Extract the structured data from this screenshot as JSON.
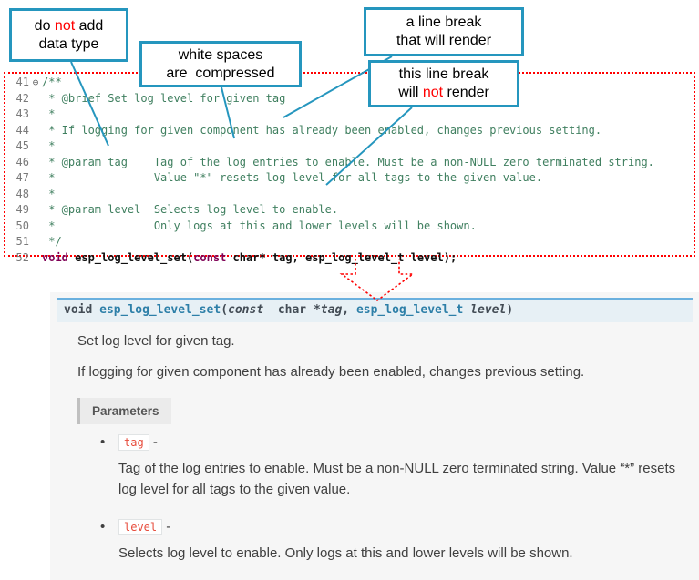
{
  "colors": {
    "callout_border": "#2596be",
    "highlight_red": "#ff0000",
    "code_comment": "#3F7F5F",
    "code_keyword": "#7F0055",
    "code_border_dotted": "#ff0000",
    "sig_top_border": "#6ab0de",
    "sig_background": "#e7f0f5",
    "doc_link_teal": "#2d7fa8"
  },
  "callouts": [
    {
      "name": "do-not-add-data-type",
      "lines": [
        [
          {
            "t": "do "
          },
          {
            "t": "not",
            "red": true
          },
          {
            "t": " add"
          }
        ],
        [
          {
            "t": "data type"
          }
        ]
      ]
    },
    {
      "name": "white-spaces-compressed",
      "lines": [
        [
          {
            "t": "white spaces"
          }
        ],
        [
          {
            "t": "are  compressed"
          }
        ]
      ]
    },
    {
      "name": "line-break-that-renders",
      "lines": [
        [
          {
            "t": "a line break"
          }
        ],
        [
          {
            "t": "that will render"
          }
        ]
      ]
    },
    {
      "name": "line-break-not-render",
      "lines": [
        [
          {
            "t": "this line break"
          }
        ],
        [
          {
            "t": "will "
          },
          {
            "t": "not",
            "red": true
          },
          {
            "t": " render"
          }
        ]
      ]
    }
  ],
  "code": {
    "fold_marker": "⊖",
    "lines": [
      {
        "num": "41",
        "fold": "⊖",
        "segs": [
          {
            "t": "/**",
            "c": "cmt"
          }
        ]
      },
      {
        "num": "42",
        "segs": [
          {
            "t": " * @brief Set log level for given tag",
            "c": "cmt"
          }
        ]
      },
      {
        "num": "43",
        "segs": [
          {
            "t": " *",
            "c": "cmt"
          }
        ]
      },
      {
        "num": "44",
        "segs": [
          {
            "t": " * If logging for given component has already been enabled, changes previous setting.",
            "c": "cmt"
          }
        ]
      },
      {
        "num": "45",
        "segs": [
          {
            "t": " *",
            "c": "cmt"
          }
        ]
      },
      {
        "num": "46",
        "segs": [
          {
            "t": " * @param tag    Tag of the log entries to enable. Must be a non-NULL zero terminated string.",
            "c": "cmt"
          }
        ]
      },
      {
        "num": "47",
        "segs": [
          {
            "t": " *               Value \"*\" resets log level for all tags to the given value.",
            "c": "cmt"
          }
        ]
      },
      {
        "num": "48",
        "segs": [
          {
            "t": " *",
            "c": "cmt"
          }
        ]
      },
      {
        "num": "49",
        "segs": [
          {
            "t": " * @param level  Selects log level to enable.",
            "c": "cmt"
          }
        ]
      },
      {
        "num": "50",
        "segs": [
          {
            "t": " *               Only logs at this and lower levels will be shown.",
            "c": "cmt"
          }
        ]
      },
      {
        "num": "51",
        "segs": [
          {
            "t": " */",
            "c": "cmt"
          }
        ]
      },
      {
        "num": "52",
        "segs": [
          {
            "t": "void",
            "c": "kw"
          },
          {
            "t": " esp_log_level_set(",
            "c": "pln"
          },
          {
            "t": "const",
            "c": "kw"
          },
          {
            "t": " char* tag, esp_log_level_t level);",
            "c": "pln"
          }
        ]
      }
    ]
  },
  "doc": {
    "signature": [
      {
        "t": "void ",
        "c": "sig-kw"
      },
      {
        "t": "esp_log_level_set",
        "c": "sig-name"
      },
      {
        "t": "(",
        "c": "sig-pln"
      },
      {
        "t": "const",
        "c": "sig-kwi"
      },
      {
        "t": "  char *",
        "c": "sig-pln"
      },
      {
        "t": "tag",
        "c": "sig-param"
      },
      {
        "t": ", ",
        "c": "sig-pln"
      },
      {
        "t": "esp_log_level_t",
        "c": "sig-type"
      },
      {
        "t": " ",
        "c": "sig-pln"
      },
      {
        "t": "level",
        "c": "sig-param"
      },
      {
        "t": ")",
        "c": "sig-pln"
      }
    ],
    "brief": "Set log level for given tag.",
    "detail": "If logging for given component has already been enabled, changes previous setting.",
    "parameters_label": "Parameters",
    "bullet": "•",
    "param_sep": "-",
    "params": [
      {
        "name": "tag",
        "desc": "Tag of the log entries to enable. Must be a non-NULL zero terminated string. Value “*” resets log level for all tags to the given value."
      },
      {
        "name": "level",
        "desc": "Selects log level to enable. Only logs at this and lower levels will be shown."
      }
    ]
  }
}
